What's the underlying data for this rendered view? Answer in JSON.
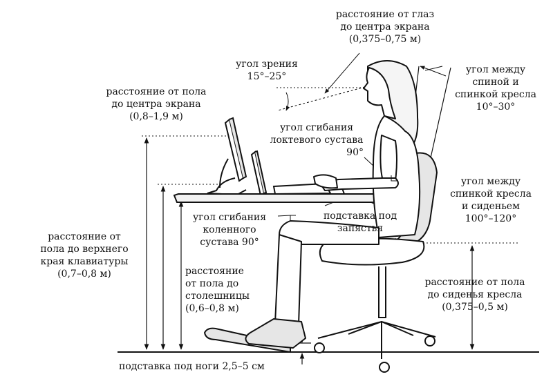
{
  "labels": {
    "eye_to_screen": [
      "расстояние от глаз",
      "до центра экрана",
      "(0,375–0,75 м)"
    ],
    "view_angle": [
      "угол зрения",
      "15°–25°"
    ],
    "floor_to_screen": [
      "расстояние от пола",
      "до центра экрана",
      "(0,8–1,9 м)"
    ],
    "back_angle": [
      "угол между",
      "спиной и",
      "спинкой кресла",
      "10°–30°"
    ],
    "elbow_angle": [
      "угол сгибания",
      "локтевого сустава",
      "90°"
    ],
    "backrest_seat_angle": [
      "угол между",
      "спинкой кресла",
      "и сиденьем",
      "100°–120°"
    ],
    "knee_angle": [
      "угол сгибания",
      "коленного",
      "сустава 90°"
    ],
    "wrist_rest": [
      "подставка под",
      "запястья"
    ],
    "floor_to_keyboard": [
      "расстояние от",
      "пола до верхнего",
      "края клавиатуры",
      "(0,7–0,8 м)"
    ],
    "floor_to_desk": [
      "расстояние",
      "от пола до",
      "столешницы",
      "(0,6–0,8 м)"
    ],
    "floor_to_seat": [
      "расстояние от пола",
      "до сиденья кресла",
      "(0,375–0,5 м)"
    ],
    "footrest": [
      "подставка под ноги 2,5–5 см"
    ]
  },
  "colors": {
    "ink": "#111111",
    "background": "#ffffff",
    "desk_top": "#f2f2f2",
    "shading": "#e6e6e6"
  }
}
